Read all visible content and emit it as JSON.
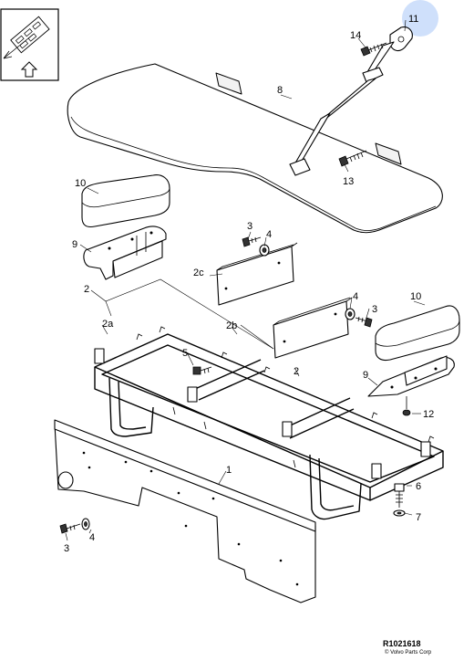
{
  "diagram": {
    "reference_code": "R1021618",
    "copyright": "© Volvo Parts Corp",
    "callouts": {
      "c1": "1",
      "c2_frame": "2",
      "c2_group": "2",
      "c2a": "2a",
      "c2b": "2b",
      "c2c": "2c",
      "c3_top": "3",
      "c3_mid": "3",
      "c3_bottom": "3",
      "c4_top": "4",
      "c4_mid": "4",
      "c4_bottom": "4",
      "c5": "5",
      "c6": "6",
      "c7": "7",
      "c8": "8",
      "c9_left": "9",
      "c9_right": "9",
      "c10_left": "10",
      "c10_right": "10",
      "c11": "11",
      "c12": "12",
      "c13": "13",
      "c14": "14"
    },
    "highlight_color": "#cfe0fb"
  }
}
